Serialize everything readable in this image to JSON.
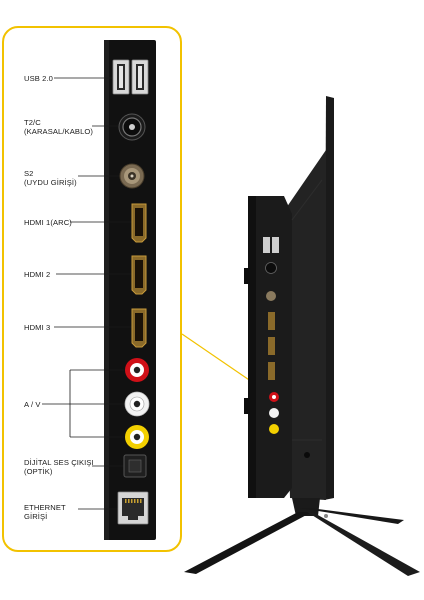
{
  "ports": {
    "usb": "USB 2.0",
    "t2c_line1": "T2/C",
    "t2c_line2": "(KARASAL/KABLO)",
    "s2_line1": "S2",
    "s2_line2": "(UYDU GİRİŞİ)",
    "hdmi1": "HDMI 1(ARC)",
    "hdmi2": "HDMI 2",
    "hdmi3": "HDMI 3",
    "av": "A / V",
    "optical_line1": "DİJİTAL SES ÇIKIŞI",
    "optical_line2": "(OPTİK)",
    "ethernet_line1": "ETHERNET",
    "ethernet_line2": "GİRİŞİ"
  },
  "colors": {
    "callout_border": "#f2c200",
    "panel": "#111111",
    "av_red": "#d01018",
    "av_white": "#f2f2f2",
    "av_yellow": "#f3d000"
  }
}
